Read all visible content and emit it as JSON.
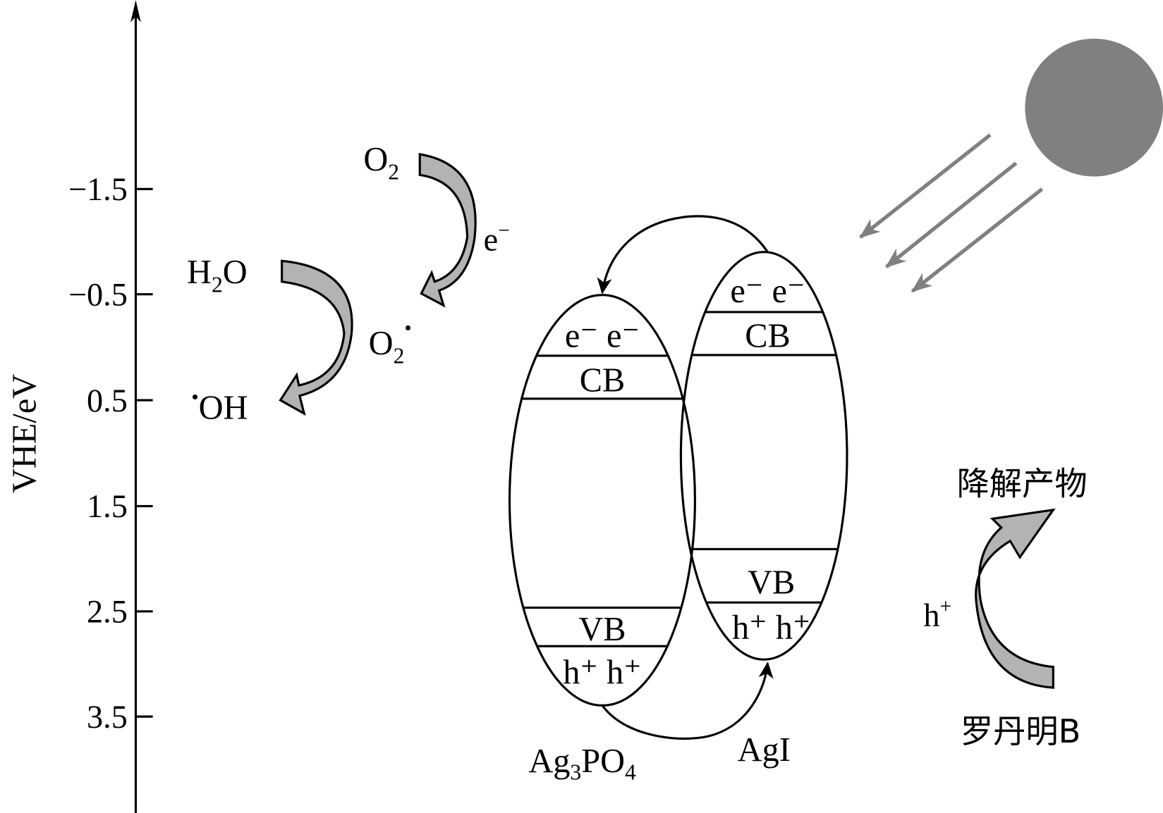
{
  "axis": {
    "label": "VHE/eV",
    "ticks": [
      "−1.5",
      "−0.5",
      "0.5",
      "1.5",
      "2.5",
      "3.5"
    ]
  },
  "reactions": {
    "o2": {
      "main": "O",
      "sub": "2"
    },
    "electron": {
      "main": "e",
      "sup": "−"
    },
    "superoxide": {
      "main": "O",
      "sub": "2",
      "sup": "•"
    },
    "h2o": {
      "main1": "H",
      "sub": "2",
      "main2": "O"
    },
    "hydroxyl": {
      "dot": "•",
      "main": "OH"
    }
  },
  "ag3po4": {
    "name": {
      "main1": "Ag",
      "sub1": "3",
      "main2": "PO",
      "sub2": "4"
    },
    "electrons": "e⁻ e⁻",
    "cb": "CB",
    "vb": "VB",
    "holes": "h⁺ h⁺"
  },
  "agi": {
    "name": "AgI",
    "electrons": "e⁻ e⁻",
    "cb": "CB",
    "vb": "VB",
    "holes": "h⁺ h⁺"
  },
  "degradation": {
    "hole": {
      "main": "h",
      "sup": "+"
    },
    "product": "降解产物",
    "dye": "罗丹明B"
  },
  "colors": {
    "sun": "#808080",
    "arrow_fill": "#b3b3b3",
    "ray": "#808080"
  }
}
